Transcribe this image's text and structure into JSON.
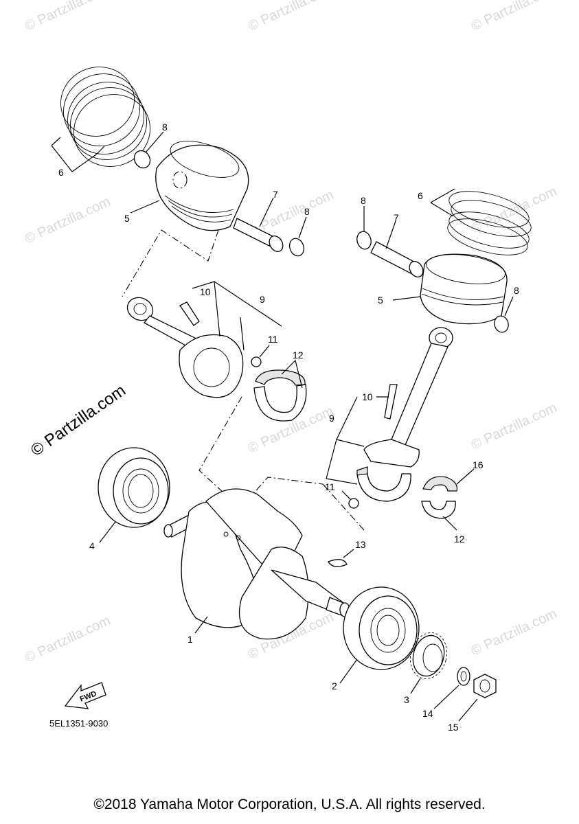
{
  "diagram": {
    "callouts": {
      "c1": "1",
      "c2": "2",
      "c3": "3",
      "c4": "4",
      "c5a": "5",
      "c5b": "5",
      "c6a": "6",
      "c6b": "6",
      "c7a": "7",
      "c7b": "7",
      "c8a": "8",
      "c8b": "8",
      "c8c": "8",
      "c8d": "8",
      "c9a": "9",
      "c9b": "9",
      "c10a": "10",
      "c10b": "10",
      "c11a": "11",
      "c11b": "11",
      "c12a": "12",
      "c12b": "12",
      "c13": "13",
      "c14": "14",
      "c15": "15",
      "c16": "16"
    },
    "part_code": "5EL1351-9030",
    "fwd_label": "FWD",
    "watermark": "© Partzilla.com",
    "watermark_big": "© Partzilla.com"
  },
  "footer": {
    "copyright": "©2018 Yamaha Motor Corporation, U.S.A. All rights reserved."
  }
}
